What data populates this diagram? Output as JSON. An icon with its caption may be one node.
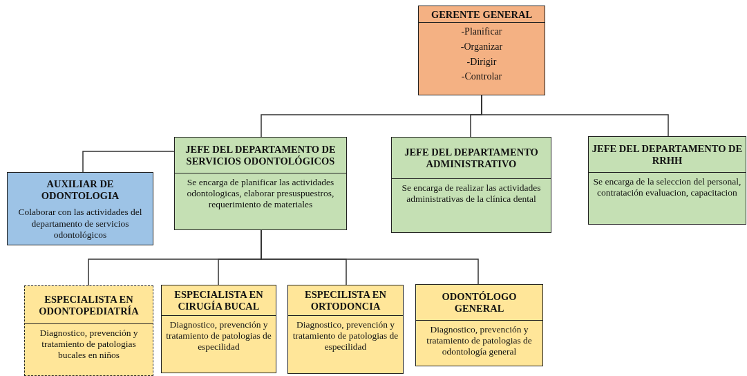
{
  "diagram": {
    "nodes": [
      {
        "text": [
          "GERENTE GENERAL",
          "-Planificar",
          "-Organizar",
          "-Dirigir",
          "-Controlar"
        ]
      },
      {
        "text": [
          "JEFE DEL DEPARTAMENTO DE SERVICIOS ODONTOLÓGICOS",
          "Se encarga de planificar las actividades odontologicas, elaborar presuspuestros, requerimiento de materiales"
        ]
      },
      {
        "text": [
          "AUXILIAR DE ODONTOLOGIA",
          "Colaborar con las actividades del departamento de servicios odontológicos"
        ]
      },
      {
        "text": [
          "JEFE DEL DEPARTAMENTO ADMINISTRATIVO",
          "Se encarga de realizar las actividades administrativas de la clínica dental"
        ]
      },
      {
        "text": [
          "JEFE DEL DEPARTAMENTO DE RRHH",
          "Se encarga de la seleccion del personal, contratación evaluacion, capacitacion"
        ]
      },
      {
        "text": [
          "ESPECIALISTA EN ODONTOPEDIATRÍA",
          "Diagnostico, prevención y tratamiento de patologias bucales en niños"
        ]
      },
      {
        "text": [
          "ESPECIALISTA EN CIRUGÍA BUCAL",
          "Diagnostico, prevención y tratamiento de patologias de especilidad"
        ]
      },
      {
        "text": [
          "ESPECILISTA EN ORTODONCIA",
          "Diagnostico, prevención y tratamiento de patologias de especilidad"
        ]
      },
      {
        "text": [
          "ODONTÓLOGO GENERAL",
          "Diagnostico, prevención y tratamiento de patologias de odontología general"
        ]
      }
    ],
    "edges": [
      {
        "from": 0,
        "to": 1,
        "arrow": "none"
      },
      {
        "from": 0,
        "to": 3,
        "arrow": "none"
      },
      {
        "from": 0,
        "to": 4,
        "arrow": "none"
      },
      {
        "from": 1,
        "to": 2,
        "arrow": "none"
      },
      {
        "from": 1,
        "to": 5,
        "arrow": "none"
      },
      {
        "from": 1,
        "to": 6,
        "arrow": "none"
      },
      {
        "from": 1,
        "to": 7,
        "arrow": "none"
      },
      {
        "from": 1,
        "to": 8,
        "arrow": "none"
      }
    ]
  }
}
